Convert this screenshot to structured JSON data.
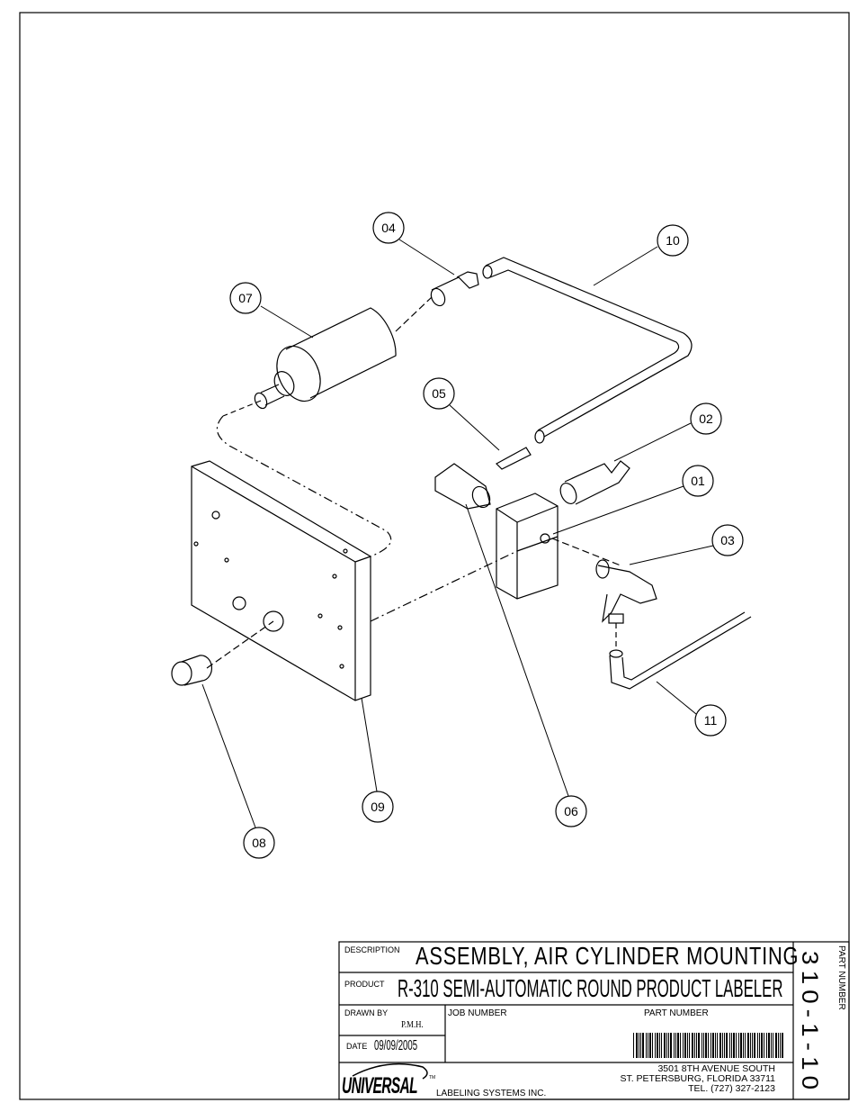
{
  "drawing": {
    "balloons": [
      {
        "id": "04",
        "label": "04"
      },
      {
        "id": "10",
        "label": "10"
      },
      {
        "id": "07",
        "label": "07"
      },
      {
        "id": "05",
        "label": "05"
      },
      {
        "id": "02",
        "label": "02"
      },
      {
        "id": "01",
        "label": "01"
      },
      {
        "id": "03",
        "label": "03"
      },
      {
        "id": "11",
        "label": "11"
      },
      {
        "id": "09",
        "label": "09"
      },
      {
        "id": "06",
        "label": "06"
      },
      {
        "id": "08",
        "label": "08"
      }
    ]
  },
  "title_block": {
    "description_label": "DESCRIPTION",
    "description": "ASSEMBLY, AIR CYLINDER MOUNTING",
    "product_label": "PRODUCT",
    "product": "R-310 SEMI-AUTOMATIC ROUND PRODUCT LABELER",
    "drawn_by_label": "DRAWN BY",
    "drawn_by": "P.M.H.",
    "date_label": "DATE",
    "date": "09/09/2005",
    "job_number_label": "JOB NUMBER",
    "part_number_label": "PART NUMBER",
    "company_logo": "UNIVERSAL",
    "trademark": "TM",
    "company_suffix": "LABELING SYSTEMS INC.",
    "address_line1": "3501 8TH AVENUE SOUTH",
    "address_line2": "ST. PETERSBURG, FLORIDA 33711",
    "phone": "TEL. (727) 327-2123",
    "side_label": "PART NUMBER",
    "part_number": "310-1-10"
  }
}
